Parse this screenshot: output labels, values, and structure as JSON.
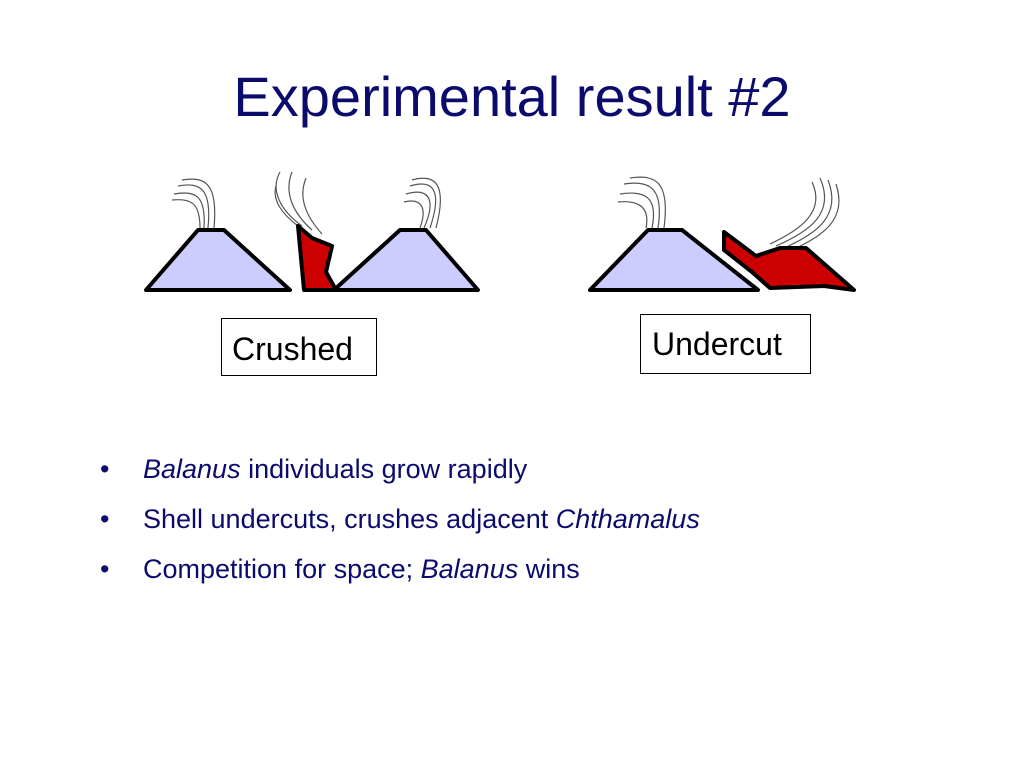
{
  "slide": {
    "title": "Experimental result #2"
  },
  "diagram": {
    "labels": {
      "crushed": "Crushed",
      "undercut": "Undercut"
    },
    "colors": {
      "balanus_fill": "#ccccff",
      "chthamalus_fill": "#cc0000",
      "outline": "#000000"
    }
  },
  "bullets": [
    {
      "italic": "Balanus",
      "text": " individuals grow rapidly"
    },
    {
      "text": "Shell undercuts, crushes adjacent ",
      "italic": "Chthamalus"
    },
    {
      "text": "Competition for space; ",
      "italic": "Balanus",
      "tail": " wins"
    }
  ],
  "bullet_symbol": "•"
}
